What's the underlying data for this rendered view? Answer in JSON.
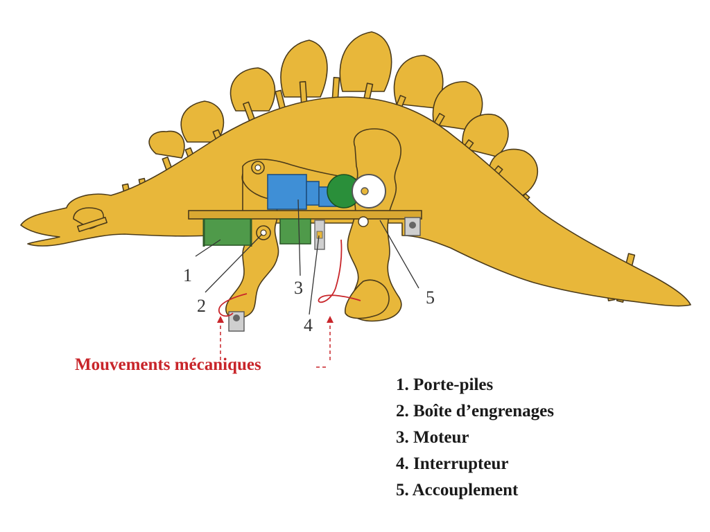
{
  "figure": {
    "mechanism_label": "Mouvements mécaniques",
    "callout_numbers": [
      "1",
      "2",
      "3",
      "4",
      "5"
    ],
    "legend": [
      "1. Porte-piles",
      "2. Boîte d’engrenages",
      "3. Moteur",
      "4. Interrupteur",
      "5. Accouplement"
    ]
  },
  "colors": {
    "body": "#e8b73a",
    "outline": "#4a3a1a",
    "battery": "#4f9a4a",
    "motor": "#3f8fd6",
    "gear": "#2a8f3a",
    "wire": "#c8252a",
    "mechanism_text": "#c8252a"
  }
}
